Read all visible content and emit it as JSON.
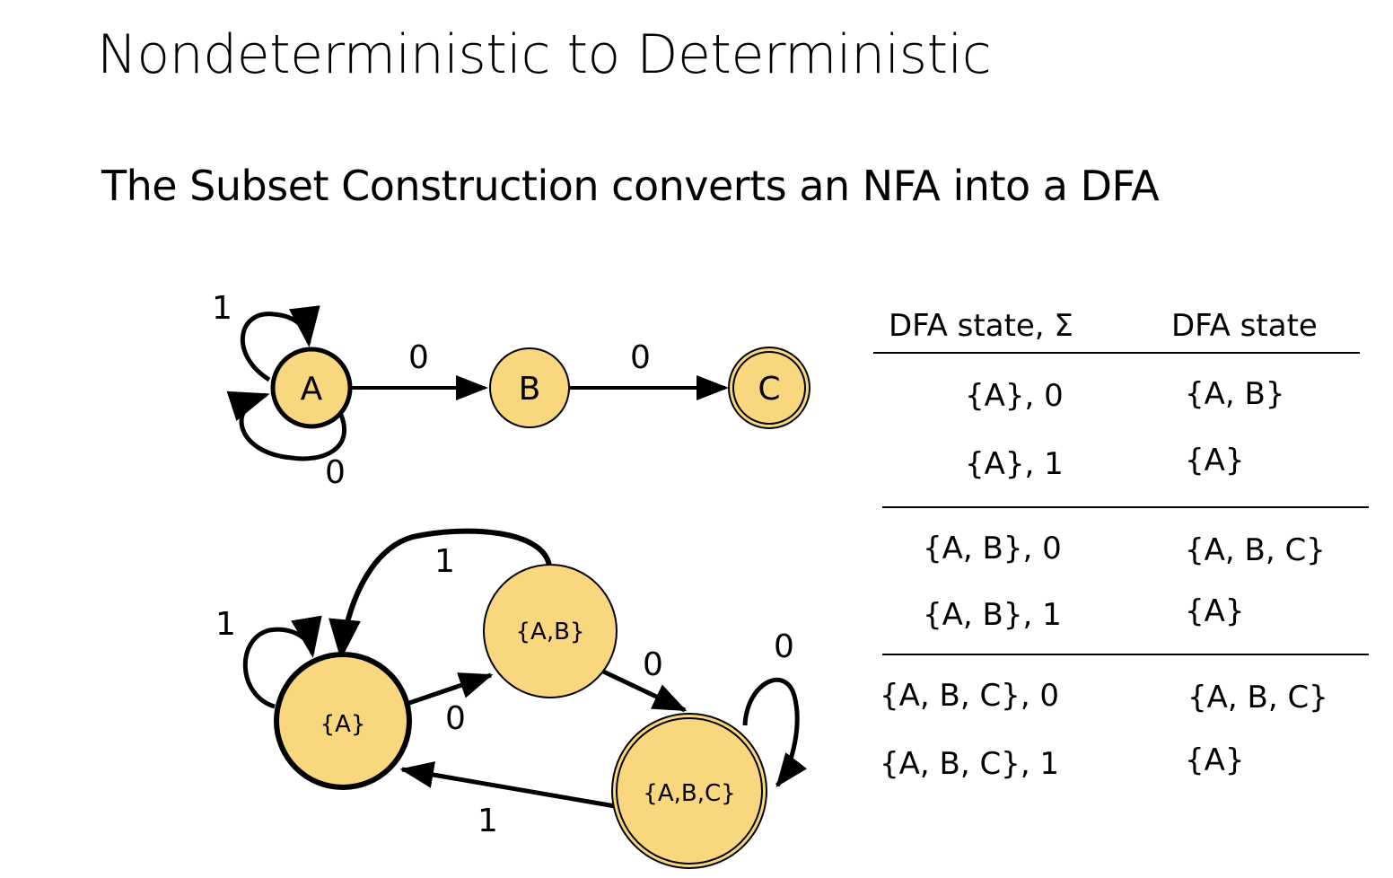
{
  "title": "Nondeterministic to Deterministic",
  "subtitle": "The Subset Construction converts an NFA into a DFA",
  "colors": {
    "state_fill": "#F9D77E",
    "stroke": "#000000"
  },
  "nfa": {
    "states": [
      {
        "id": "A",
        "label": "A",
        "accepting": false
      },
      {
        "id": "B",
        "label": "B",
        "accepting": false
      },
      {
        "id": "C",
        "label": "C",
        "accepting": true
      }
    ],
    "transitions": [
      {
        "from": "A",
        "to": "A",
        "label": "1"
      },
      {
        "from": "A",
        "to": "A",
        "label": "0"
      },
      {
        "from": "A",
        "to": "B",
        "label": "0"
      },
      {
        "from": "B",
        "to": "C",
        "label": "0"
      }
    ]
  },
  "dfa": {
    "states": [
      {
        "id": "A",
        "label": "{A}",
        "accepting": false
      },
      {
        "id": "AB",
        "label": "{A,B}",
        "accepting": false
      },
      {
        "id": "ABC",
        "label": "{A,B,C}",
        "accepting": true
      }
    ],
    "transitions": [
      {
        "from": "A",
        "to": "A",
        "label": "1"
      },
      {
        "from": "A",
        "to": "AB",
        "label": "0"
      },
      {
        "from": "AB",
        "to": "A",
        "label": "1"
      },
      {
        "from": "AB",
        "to": "ABC",
        "label": "0"
      },
      {
        "from": "ABC",
        "to": "ABC",
        "label": "0"
      },
      {
        "from": "ABC",
        "to": "A",
        "label": "1"
      }
    ]
  },
  "table": {
    "headers": [
      "DFA state, Σ",
      "DFA state"
    ],
    "rows": [
      {
        "input": "{A}, 0",
        "output": "{A, B}"
      },
      {
        "input": "{A}, 1",
        "output": "{A}"
      },
      {
        "input": "{A, B}, 0",
        "output": "{A, B, C}"
      },
      {
        "input": "{A, B}, 1",
        "output": "{A}"
      },
      {
        "input": "{A, B, C}, 0",
        "output": "{A, B, C}"
      },
      {
        "input": "{A, B, C}, 1",
        "output": "{A}"
      }
    ]
  }
}
